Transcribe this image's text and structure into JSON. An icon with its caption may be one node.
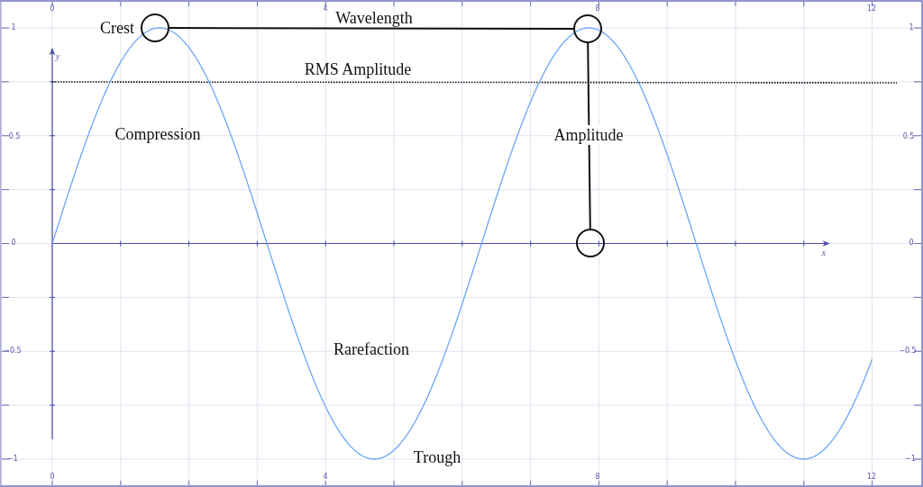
{
  "diagram": {
    "nodes": [
      {
        "text": [],
        "shape": "circle",
        "beside": [
          "Crest"
        ]
      },
      {
        "text": [],
        "shape": "circle"
      },
      {
        "text": [],
        "shape": "circle"
      }
    ],
    "edges": [
      {
        "from": 0,
        "to": 1,
        "arrow": "none",
        "label": "Wavelength"
      },
      {
        "from": 1,
        "to": 2,
        "arrow": "none",
        "label": "Amplitude"
      }
    ],
    "labels": [
      "0",
      "4",
      "8",
      "12",
      "1",
      "1",
      "y",
      "RMS Amplitude",
      "0.5",
      "Compression",
      "0.5",
      "0",
      "x",
      "0",
      "Rarefaction",
      "−0.5",
      "−0.5",
      "−1",
      "Trough",
      "−1",
      "0",
      "4",
      "8",
      "12"
    ]
  }
}
